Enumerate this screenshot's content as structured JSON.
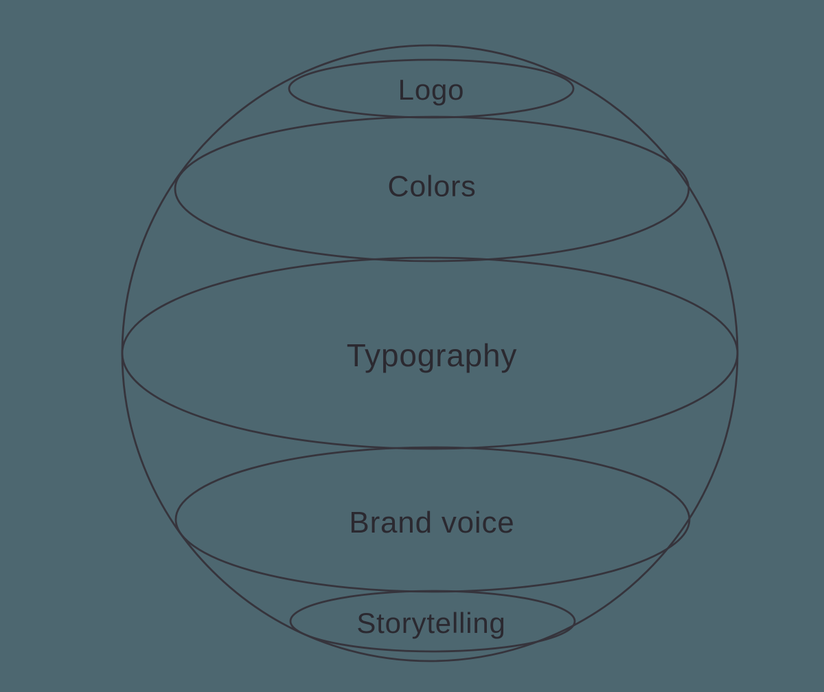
{
  "diagram": {
    "type": "sphere-layer-diagram",
    "background_color": "#4D6770",
    "line_color": "#36343C",
    "text_color": "#2B2930",
    "bands": [
      {
        "label": "Logo"
      },
      {
        "label": "Colors"
      },
      {
        "label": "Typography"
      },
      {
        "label": "Brand voice"
      },
      {
        "label": "Storytelling"
      }
    ]
  }
}
